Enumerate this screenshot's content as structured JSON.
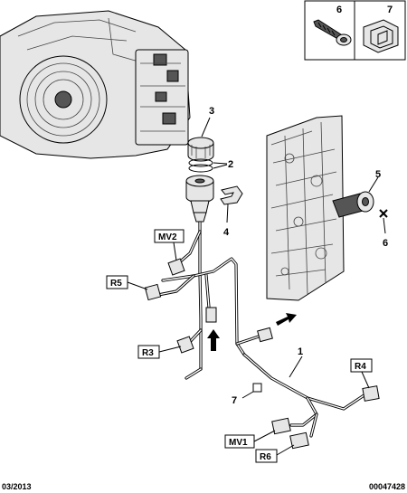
{
  "inset": {
    "left_number": "6",
    "right_number": "7"
  },
  "callouts": {
    "c1": "1",
    "c2": "2",
    "c3": "3",
    "c4": "4",
    "c5": "5",
    "c6": "6",
    "c7": "7"
  },
  "connectors": {
    "mv2": "MV2",
    "r5": "R5",
    "r3": "R3",
    "r4": "R4",
    "mv1": "MV1",
    "r6": "R6"
  },
  "footer": {
    "date": "03/2013",
    "reference": "00047428"
  },
  "symbols": {
    "fastener_cross": "cross-icon",
    "direction_arrows": "arrow-icon"
  },
  "colors": {
    "line": "#000000",
    "part_fill": "#e6e6e6",
    "background": "#ffffff"
  }
}
